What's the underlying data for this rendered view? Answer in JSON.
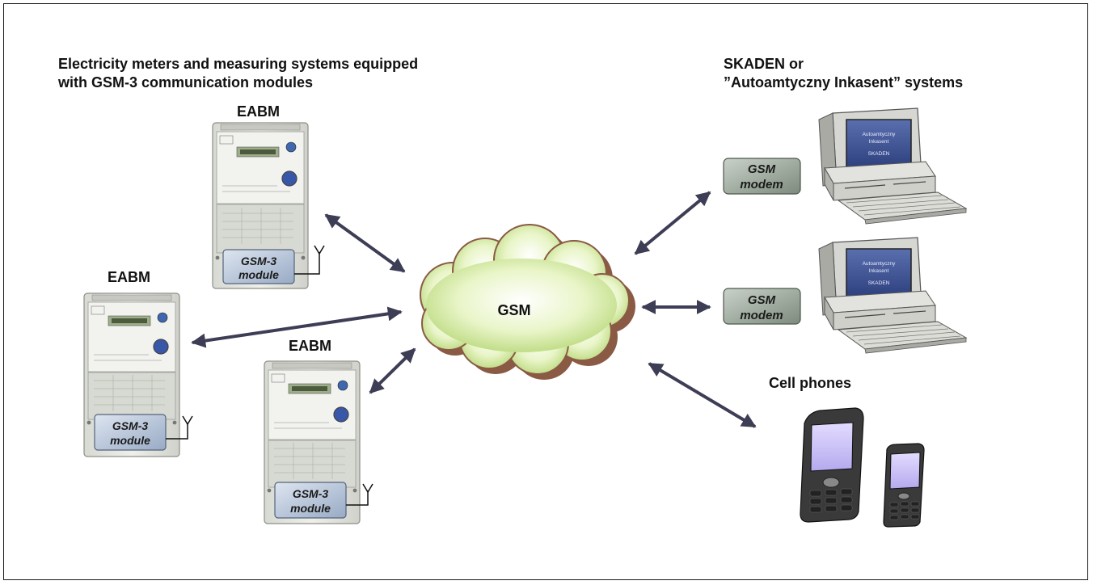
{
  "left_heading": {
    "line1": "Electricity meters and measuring systems equipped",
    "line2": "with GSM-3 communication modules"
  },
  "right_heading": {
    "line1": "SKADEN or",
    "line2": "”Autoamtyczny Inkasent” systems"
  },
  "meters": [
    {
      "label": "EABM",
      "module_line1": "GSM-3",
      "module_line2": "module"
    },
    {
      "label": "EABM",
      "module_line1": "GSM-3",
      "module_line2": "module"
    },
    {
      "label": "EABM",
      "module_line1": "GSM-3",
      "module_line2": "module"
    }
  ],
  "network": {
    "label": "GSM"
  },
  "modems": [
    {
      "line1": "GSM",
      "line2": "modem",
      "screen_line1": "Autoamtyczny",
      "screen_line2": "Inkasent",
      "screen_line3": "SKADEN"
    },
    {
      "line1": "GSM",
      "line2": "modem",
      "screen_line1": "Autoamtyczny",
      "screen_line2": "Inkasent",
      "screen_line3": "SKADEN"
    }
  ],
  "cell_phones": {
    "label": "Cell phones"
  },
  "colors": {
    "arrow": "#3d3d55",
    "cloud_fill": "#d6eba0",
    "cloud_shadow": "#8a5a44",
    "module_fill": "#bccbe0",
    "modem_fill": "#9aa79a",
    "meter_body": "#e2e4df"
  }
}
